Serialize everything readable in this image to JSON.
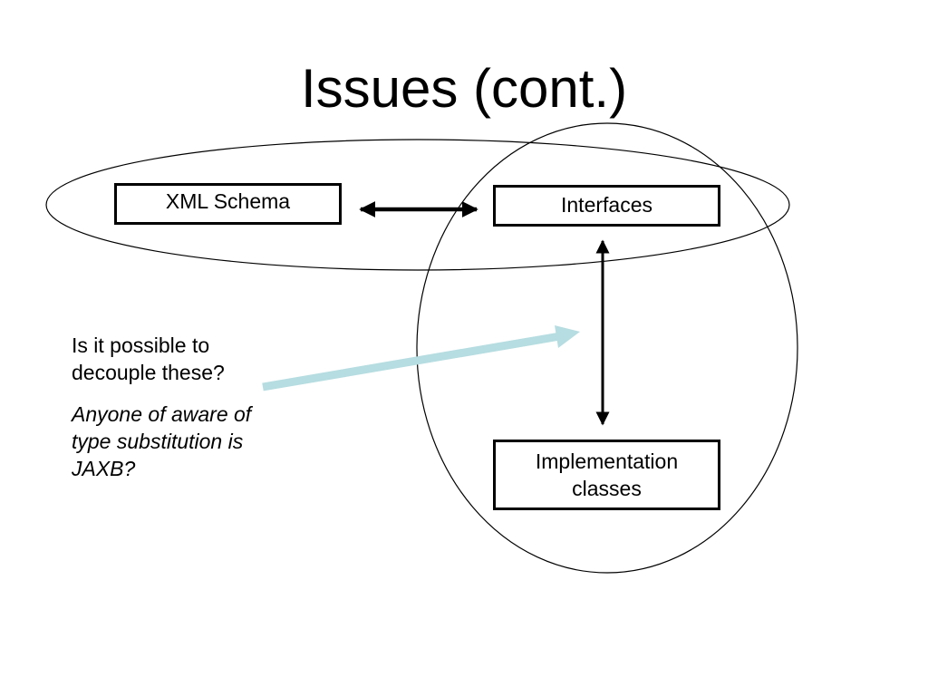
{
  "slide": {
    "title": "Issues (cont.)"
  },
  "diagram": {
    "nodes": {
      "xml_schema": "XML Schema",
      "interfaces": "Interfaces",
      "implementation": "Implementation classes"
    },
    "edges": [
      {
        "from": "xml_schema",
        "to": "interfaces",
        "type": "bidirectional"
      },
      {
        "from": "interfaces",
        "to": "implementation",
        "type": "bidirectional"
      }
    ],
    "groupings": [
      {
        "shape": "ellipse",
        "contains": [
          "xml_schema",
          "interfaces"
        ]
      },
      {
        "shape": "ellipse",
        "contains": [
          "interfaces",
          "implementation"
        ]
      }
    ],
    "pointer_arrow_color": "#b6dde1"
  },
  "notes": {
    "question": "Is it possible to decouple these?",
    "remark": "Anyone of aware of type substitution is JAXB?"
  }
}
